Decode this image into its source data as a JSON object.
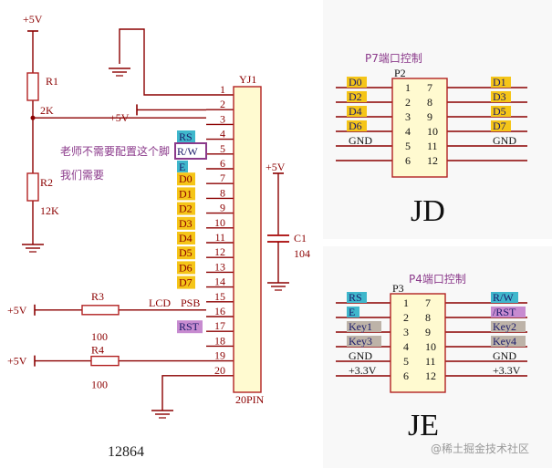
{
  "colors": {
    "wire": "#8b0000",
    "comp": "#b22222",
    "text": "#8b0000",
    "annot": "#8b3a8b",
    "yellow": "#f5c518",
    "cyan": "#3fb7cc",
    "gray": "#bdb3a8",
    "pinkHL": "#c78bd0",
    "lcdFill": "#fffad0",
    "jFill": "#fffad0",
    "panel": "#f8f8f8",
    "watermark": "#999999"
  },
  "left": {
    "ref": "YJ1",
    "bottom_label": "20PIN",
    "part_label": "12864",
    "pins": [
      "1",
      "2",
      "3",
      "4",
      "5",
      "6",
      "7",
      "8",
      "9",
      "10",
      "11",
      "12",
      "13",
      "14",
      "15",
      "16",
      "17",
      "18",
      "19",
      "20"
    ],
    "supply_top": "+5V",
    "supply_pin3": "+5V",
    "supply_cap": "+5V",
    "supply_r3": "+5V",
    "supply_r4": "+5V",
    "r1_ref": "R1",
    "r1_val": "2K",
    "r2_ref": "R2",
    "r2_val": "12K",
    "r3_ref": "R3",
    "r3_val": "100",
    "r4_ref": "R4",
    "r4_val": "100",
    "c1_ref": "C1",
    "c1_val": "104",
    "sig_rs": "RS",
    "sig_rw": "R/W",
    "sig_e": "E",
    "d_pins": [
      "D0",
      "D1",
      "D2",
      "D3",
      "D4",
      "D5",
      "D6",
      "D7"
    ],
    "lcd": "LCD",
    "psb": "PSB",
    "rst": "RST",
    "note1": "老师不需要配置这个脚",
    "note2": "我们需要"
  },
  "jd": {
    "caption": "P7端口控制",
    "ref": "P2",
    "title": "JD",
    "left_nums": [
      "1",
      "2",
      "3",
      "4",
      "5",
      "6"
    ],
    "right_nums": [
      "7",
      "8",
      "9",
      "10",
      "11",
      "12"
    ],
    "left_sigs": [
      "D0",
      "D2",
      "D4",
      "D6",
      "GND",
      ""
    ],
    "right_sigs": [
      "D1",
      "D3",
      "D5",
      "D7",
      "GND",
      ""
    ]
  },
  "je": {
    "caption": "P4端口控制",
    "ref": "P3",
    "title": "JE",
    "left_nums": [
      "1",
      "2",
      "3",
      "4",
      "5",
      "6"
    ],
    "right_nums": [
      "7",
      "8",
      "9",
      "10",
      "11",
      "12"
    ],
    "left_sigs": [
      "RS",
      "E",
      "Key1",
      "Key3",
      "GND",
      "+3.3V"
    ],
    "right_sigs": [
      "R/W",
      "/RST",
      "Key2",
      "Key4",
      "GND",
      "+3.3V"
    ]
  },
  "watermark": "@稀土掘金技术社区"
}
